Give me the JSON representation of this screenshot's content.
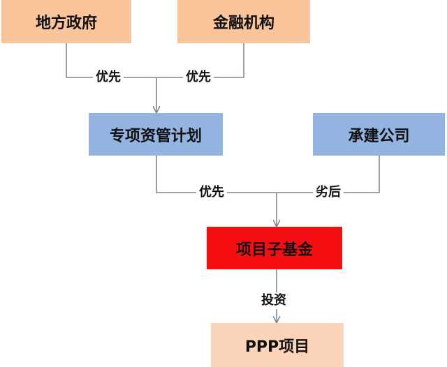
{
  "colors": {
    "orange": "#f9c49a",
    "blue": "#93b3e0",
    "red": "#f50f12",
    "peach": "#fbd3b8",
    "line": "#7b8794"
  },
  "nodes": {
    "gov": "地方政府",
    "fin": "金融机构",
    "plan": "专项资管计划",
    "build": "承建公司",
    "fund": "项目子基金",
    "ppp": "PPP项目"
  },
  "edges": {
    "gov_label": "优先",
    "fin_label": "优先",
    "plan_label": "优先",
    "build_label": "劣后",
    "invest_label": "投资"
  }
}
